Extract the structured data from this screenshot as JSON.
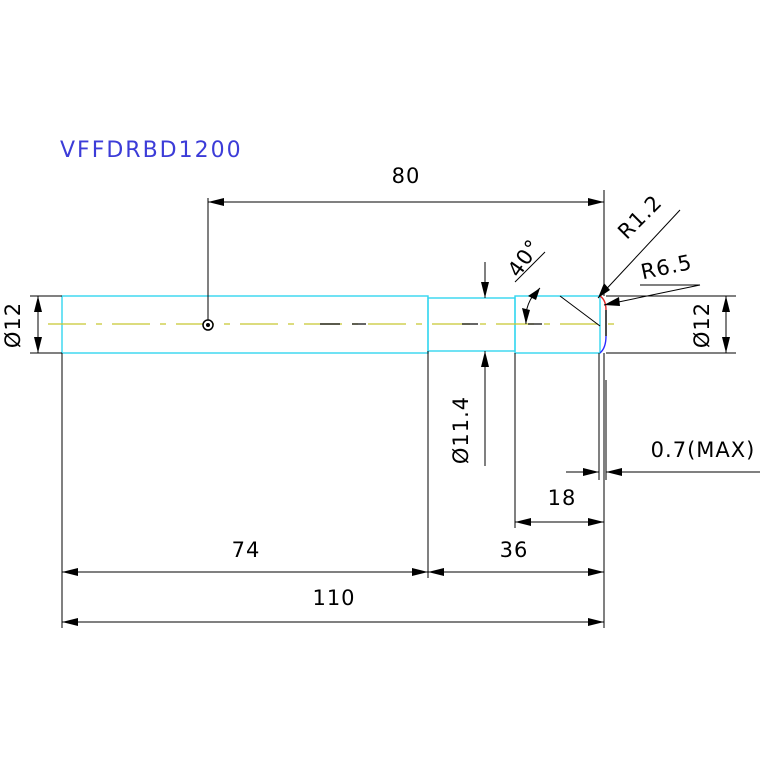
{
  "title": "VFFDRBD1200",
  "dimensions": {
    "d80": "80",
    "d74": "74",
    "d110": "110",
    "d36": "36",
    "d18": "18",
    "dia12_left": "Ø12",
    "dia12_right": "Ø12",
    "dia11_4": "Ø11.4",
    "angle40": "40°",
    "r1_2": "R1.2",
    "r6_5": "R6.5",
    "tol": "0.7(MAX)"
  },
  "colors": {
    "title": "#3c3cd8",
    "dim_line": "#000000",
    "body_outline": "#33d6f0",
    "centerline": "#c8c832",
    "tip_red": "#e02828",
    "tip_blue": "#2a2aff"
  }
}
